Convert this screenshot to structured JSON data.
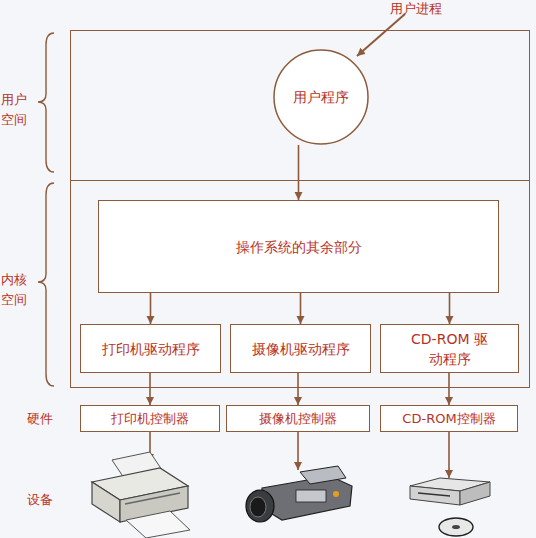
{
  "diagram": {
    "nodes": [
      {
        "text": [
          "用户 空间"
        ]
      },
      {
        "text": [
          "用户程序"
        ],
        "in": 0
      },
      {
        "text": [
          "内核 空间"
        ]
      },
      {
        "text": [
          "操作系统的其余部分"
        ],
        "in": 2
      },
      {
        "text": [
          "打印机驱动程序"
        ],
        "in": 2
      },
      {
        "text": [
          "摄像机驱动程序"
        ],
        "in": 2
      },
      {
        "text": [
          "CD-ROM 驱动程序"
        ],
        "in": 2
      },
      {
        "text": [
          "打印机控制器"
        ]
      },
      {
        "text": [
          "摄像机控制器"
        ]
      },
      {
        "text": [
          "CD-ROM控制器"
        ]
      }
    ],
    "edges": [
      {
        "from": 1,
        "to": 3,
        "arrow": "to"
      },
      {
        "from": 3,
        "to": 4,
        "arrow": "to"
      },
      {
        "from": 3,
        "to": 5,
        "arrow": "to"
      },
      {
        "from": 3,
        "to": 6,
        "arrow": "to"
      },
      {
        "from": 4,
        "to": 7,
        "arrow": "to"
      },
      {
        "from": 5,
        "to": 8,
        "arrow": "to"
      },
      {
        "from": 6,
        "to": 9,
        "arrow": "to"
      }
    ],
    "labels": [
      "用户进程",
      "硬件",
      "设备"
    ]
  }
}
